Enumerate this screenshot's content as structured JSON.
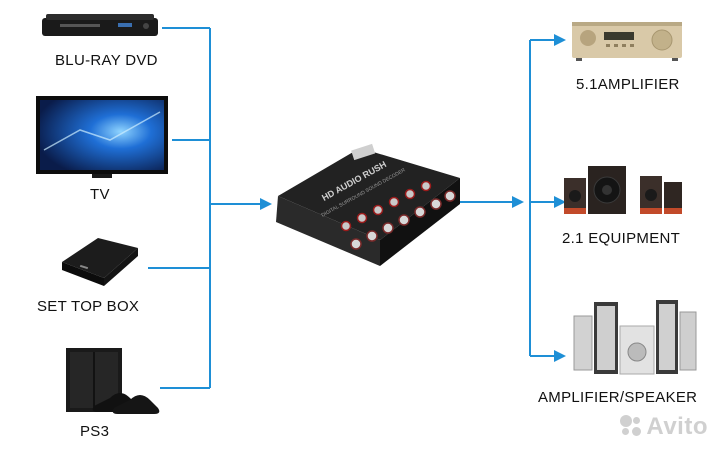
{
  "sources": {
    "bluray_label": "BLU-RAY DVD",
    "tv_label": "TV",
    "stb_label": "SET TOP BOX",
    "ps3_label": "PS3"
  },
  "outputs": {
    "amp51_label": "5.1AMPLIFIER",
    "eq21_label": "2.1 EQUIPMENT",
    "speaker_label": "AMPLIFIER/SPEAKER"
  },
  "decoder": {
    "brand_text": "HD AUDIO RUSH",
    "sub_text": "DIGITAL SURROUND SOUND DECODER"
  },
  "watermark": {
    "text": "Avito"
  },
  "colors": {
    "line": "#1e8fd6",
    "device_dark": "#1a1a1a",
    "amp_gold": "#d9c9a8"
  }
}
